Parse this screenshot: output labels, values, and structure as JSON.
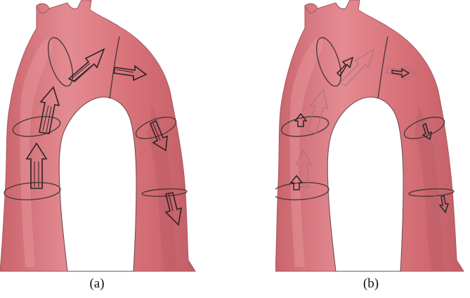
{
  "panels": [
    {
      "label": "(a)",
      "style": "solid-arrows"
    },
    {
      "label": "(b)",
      "style": "faded-arrows"
    }
  ],
  "colors": {
    "vessel_fill": "#d9737a",
    "vessel_light": "#e99aa0",
    "vessel_dark": "#b95a62",
    "outline": "#4a3a3c",
    "arrow": "#2b2424",
    "arrow_faded": "#9a7378",
    "background": "#ffffff"
  },
  "icons": [
    "block-arrow-icon",
    "cross-section-ellipse-icon"
  ]
}
